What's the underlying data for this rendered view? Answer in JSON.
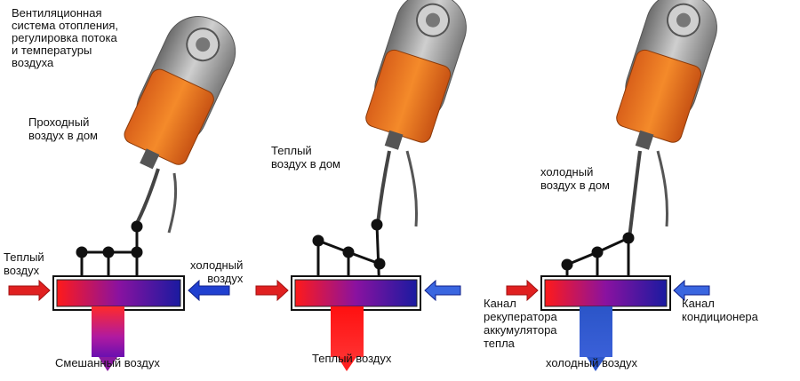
{
  "colors": {
    "actuator_body": "#f07a1e",
    "actuator_housing": "#9a9a9a",
    "mix_gradient": [
      "#ff1a1a",
      "#7a10a0",
      "#1a1aa0"
    ],
    "warm": "#ff1010",
    "cold": "#2b55c8",
    "arrow_red": "#e02020",
    "arrow_blue": "#2040d0",
    "linkage": "#111111"
  },
  "title": "Вентиляционная\nсистема отопления,\nрегулировка потока\nи температуры\nвоздуха",
  "panels": [
    {
      "top_label": "Проходный\nвоздух в дом",
      "left_label": "Теплый\nвоздух",
      "right_label": "холодный\nвоздух",
      "bottom_label": "Смешанный воздух",
      "outlet": "mixed"
    },
    {
      "top_label": "Теплый\nвоздух в дом",
      "left_label": "",
      "right_label": "",
      "bottom_label": "Теплый воздух",
      "outlet": "warm"
    },
    {
      "top_label": "холодный\nвоздух в дом",
      "left_label": "Канал\nрекуператора\nаккумулятора\nтепла",
      "right_label": "Канал\nкондиционера",
      "bottom_label": "холодный воздух",
      "outlet": "cold"
    }
  ]
}
